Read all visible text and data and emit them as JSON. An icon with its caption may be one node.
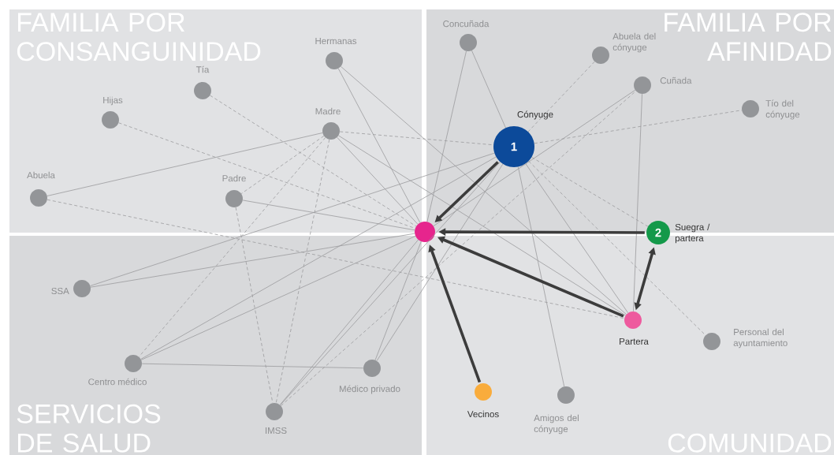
{
  "diagram": {
    "nodes": [
      {
        "text": [],
        "shape": "circle",
        "beside": [
          "Hermanas"
        ]
      },
      {
        "text": [],
        "shape": "circle",
        "beside": [
          "Tía"
        ]
      },
      {
        "text": [],
        "shape": "circle",
        "beside": [
          "Hijas"
        ]
      },
      {
        "text": [],
        "shape": "circle",
        "beside": [
          "Madre"
        ]
      },
      {
        "text": [],
        "shape": "circle",
        "beside": [
          "Abuela"
        ]
      },
      {
        "text": [],
        "shape": "circle",
        "beside": [
          "Padre"
        ]
      },
      {
        "text": [],
        "shape": "circle",
        "beside": [
          "Concuñada"
        ]
      },
      {
        "text": [],
        "shape": "circle",
        "beside": [
          "Abuela del cónyuge"
        ]
      },
      {
        "text": [],
        "shape": "circle",
        "beside": [
          "Cuñada"
        ]
      },
      {
        "text": [],
        "shape": "circle",
        "beside": [
          "Tío del cónyuge"
        ]
      },
      {
        "text": [
          "1"
        ],
        "beside": [
          "Cónyuge"
        ]
      },
      {
        "text": [],
        "shape": "circle"
      },
      {
        "text": [
          "2"
        ],
        "beside": [
          "Suegra / partera"
        ]
      },
      {
        "text": [],
        "shape": "circle",
        "beside": [
          "SSA"
        ]
      },
      {
        "text": [],
        "shape": "circle",
        "beside": [
          "Centro médico"
        ]
      },
      {
        "text": [],
        "shape": "circle",
        "beside": [
          "Médico privado"
        ]
      },
      {
        "text": [],
        "shape": "circle",
        "beside": [
          "IMSS"
        ]
      },
      {
        "text": [],
        "shape": "circle",
        "beside": [
          "Vecinos"
        ]
      },
      {
        "text": [],
        "shape": "circle",
        "beside": [
          "Amigos del cónyuge"
        ]
      },
      {
        "text": [],
        "shape": "circle",
        "beside": [
          "Partera"
        ]
      },
      {
        "text": [],
        "shape": "circle",
        "beside": [
          "Personal del ayuntamiento"
        ]
      }
    ],
    "edges": [
      {
        "from": 3,
        "to": 4,
        "arrow": "none"
      },
      {
        "from": 5,
        "to": 11,
        "arrow": "none"
      },
      {
        "from": 0,
        "to": 11,
        "arrow": "none"
      },
      {
        "from": 0,
        "to": 19,
        "arrow": "none"
      },
      {
        "from": 3,
        "to": 11,
        "arrow": "none"
      },
      {
        "from": 3,
        "to": 19,
        "arrow": "none"
      },
      {
        "from": 13,
        "to": 11,
        "arrow": "none"
      },
      {
        "from": 13,
        "to": 10,
        "arrow": "none"
      },
      {
        "from": 14,
        "to": 11,
        "arrow": "none"
      },
      {
        "from": 14,
        "to": 10,
        "arrow": "none"
      },
      {
        "from": 14,
        "to": 15,
        "arrow": "none"
      },
      {
        "from": 15,
        "to": 11,
        "arrow": "none"
      },
      {
        "from": 15,
        "to": 10,
        "arrow": "none"
      },
      {
        "from": 16,
        "to": 11,
        "arrow": "none"
      },
      {
        "from": 16,
        "to": 10,
        "arrow": "none"
      },
      {
        "from": 6,
        "to": 11,
        "arrow": "none"
      },
      {
        "from": 6,
        "to": 10,
        "arrow": "none"
      },
      {
        "from": 8,
        "to": 11,
        "arrow": "none"
      },
      {
        "from": 8,
        "to": 19,
        "arrow": "none"
      },
      {
        "from": 10,
        "to": 19,
        "arrow": "none"
      },
      {
        "from": 10,
        "to": 18,
        "arrow": "none"
      },
      {
        "from": 1,
        "to": 11,
        "arrow": "none",
        "style": "dashed"
      },
      {
        "from": 2,
        "to": 11,
        "arrow": "none",
        "style": "dashed"
      },
      {
        "from": 4,
        "to": 19,
        "arrow": "none",
        "style": "dashed"
      },
      {
        "from": 3,
        "to": 5,
        "arrow": "none",
        "style": "dashed"
      },
      {
        "from": 3,
        "to": 14,
        "arrow": "none",
        "style": "dashed"
      },
      {
        "from": 3,
        "to": 16,
        "arrow": "none",
        "style": "dashed"
      },
      {
        "from": 3,
        "to": 10,
        "arrow": "none",
        "style": "dashed"
      },
      {
        "from": 5,
        "to": 16,
        "arrow": "none",
        "style": "dashed"
      },
      {
        "from": 16,
        "to": 8,
        "arrow": "none",
        "style": "dashed"
      },
      {
        "from": 7,
        "to": 10,
        "arrow": "none",
        "style": "dashed"
      },
      {
        "from": 10,
        "to": 9,
        "arrow": "none",
        "style": "dashed"
      },
      {
        "from": 10,
        "to": 12,
        "arrow": "none",
        "style": "dashed"
      },
      {
        "from": 10,
        "to": 20,
        "arrow": "none",
        "style": "dashed"
      },
      {
        "from": 10,
        "to": 11,
        "arrow": "to",
        "style": "thick",
        "color": "#3c3c3c"
      },
      {
        "from": 12,
        "to": 11,
        "arrow": "to",
        "style": "thick",
        "color": "#3c3c3c"
      },
      {
        "from": 19,
        "to": 11,
        "arrow": "to",
        "style": "thick",
        "color": "#3c3c3c"
      },
      {
        "from": 17,
        "to": 11,
        "arrow": "to",
        "style": "thick",
        "color": "#3c3c3c"
      },
      {
        "from": 19,
        "to": 12,
        "arrow": "both",
        "style": "thick",
        "color": "#3c3c3c"
      }
    ],
    "labels": [
      "FAMILIA POR CONSANGUINIDAD",
      "FAMILIA POR AFINIDAD",
      "SERVICIOS DE SALUD",
      "COMUNIDAD"
    ]
  }
}
